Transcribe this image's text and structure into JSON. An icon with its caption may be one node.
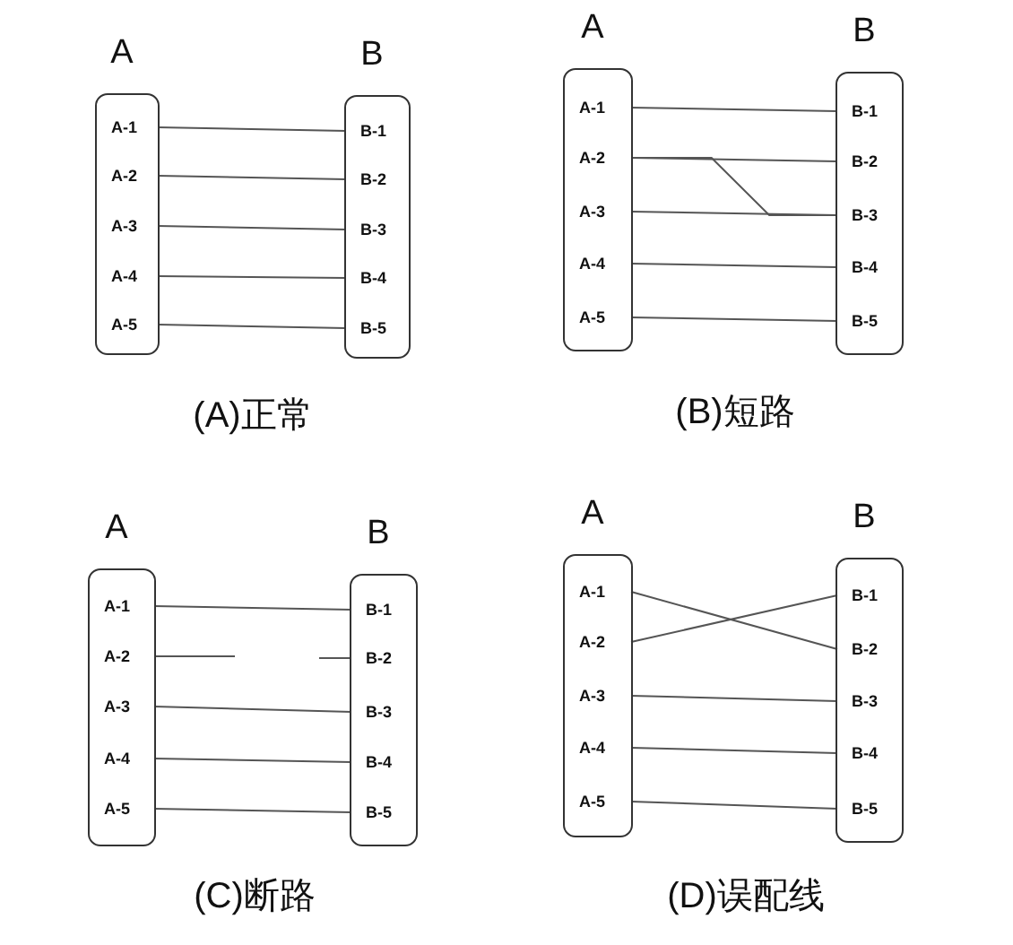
{
  "diagram": {
    "nodes": [
      {
        "text": [
          "A"
        ]
      },
      {
        "text": [
          "A-1"
        ],
        "in": 0
      },
      {
        "text": [
          "A-2"
        ],
        "in": 0
      },
      {
        "text": [
          "A-3"
        ],
        "in": 0
      },
      {
        "text": [
          "A-4"
        ],
        "in": 0
      },
      {
        "text": [
          "A-5"
        ],
        "in": 0
      },
      {
        "text": [
          "B"
        ]
      },
      {
        "text": [
          "B-1"
        ],
        "in": 6
      },
      {
        "text": [
          "B-2"
        ],
        "in": 6
      },
      {
        "text": [
          "B-3"
        ],
        "in": 6
      },
      {
        "text": [
          "B-4"
        ],
        "in": 6
      },
      {
        "text": [
          "B-5"
        ],
        "in": 6
      },
      {
        "text": [
          "A"
        ]
      },
      {
        "text": [
          "A-1"
        ],
        "in": 12
      },
      {
        "text": [
          "A-2"
        ],
        "in": 12
      },
      {
        "text": [
          "A-3"
        ],
        "in": 12
      },
      {
        "text": [
          "A-4"
        ],
        "in": 12
      },
      {
        "text": [
          "A-5"
        ],
        "in": 12
      },
      {
        "text": [
          "B"
        ]
      },
      {
        "text": [
          "B-1"
        ],
        "in": 18
      },
      {
        "text": [
          "B-2"
        ],
        "in": 18
      },
      {
        "text": [
          "B-3"
        ],
        "in": 18
      },
      {
        "text": [
          "B-4"
        ],
        "in": 18
      },
      {
        "text": [
          "B-5"
        ],
        "in": 18
      },
      {
        "text": [
          "A"
        ]
      },
      {
        "text": [
          "A-1"
        ],
        "in": 24
      },
      {
        "text": [
          "A-2"
        ],
        "in": 24
      },
      {
        "text": [
          "A-3"
        ],
        "in": 24
      },
      {
        "text": [
          "A-4"
        ],
        "in": 24
      },
      {
        "text": [
          "A-5"
        ],
        "in": 24
      },
      {
        "text": [
          "B"
        ]
      },
      {
        "text": [
          "B-1"
        ],
        "in": 30
      },
      {
        "text": [
          "B-2"
        ],
        "in": 30
      },
      {
        "text": [
          "B-3"
        ],
        "in": 30
      },
      {
        "text": [
          "B-4"
        ],
        "in": 30
      },
      {
        "text": [
          "B-5"
        ],
        "in": 30
      },
      {
        "text": [
          "A"
        ]
      },
      {
        "text": [
          "A-1"
        ],
        "in": 36
      },
      {
        "text": [
          "A-2"
        ],
        "in": 36
      },
      {
        "text": [
          "A-3"
        ],
        "in": 36
      },
      {
        "text": [
          "A-4"
        ],
        "in": 36
      },
      {
        "text": [
          "A-5"
        ],
        "in": 36
      },
      {
        "text": [
          "B"
        ]
      },
      {
        "text": [
          "B-1"
        ],
        "in": 42
      },
      {
        "text": [
          "B-2"
        ],
        "in": 42
      },
      {
        "text": [
          "B-3"
        ],
        "in": 42
      },
      {
        "text": [
          "B-4"
        ],
        "in": 42
      },
      {
        "text": [
          "B-5"
        ],
        "in": 42
      }
    ],
    "edges": [
      {
        "from": 1,
        "to": 7,
        "arrow": "none"
      },
      {
        "from": 2,
        "to": 8,
        "arrow": "none"
      },
      {
        "from": 3,
        "to": 9,
        "arrow": "none"
      },
      {
        "from": 4,
        "to": 10,
        "arrow": "none"
      },
      {
        "from": 5,
        "to": 11,
        "arrow": "none"
      },
      {
        "from": 13,
        "to": 19,
        "arrow": "none"
      },
      {
        "from": 14,
        "to": 20,
        "arrow": "none"
      },
      {
        "from": 14,
        "to": 21,
        "arrow": "none"
      },
      {
        "from": 15,
        "to": 21,
        "arrow": "none"
      },
      {
        "from": 16,
        "to": 22,
        "arrow": "none"
      },
      {
        "from": 17,
        "to": 23,
        "arrow": "none"
      },
      {
        "from": 25,
        "to": 31,
        "arrow": "none"
      },
      {
        "from": 26,
        "to": null,
        "arrow": "none"
      },
      {
        "from": null,
        "to": 32,
        "arrow": "none"
      },
      {
        "from": 27,
        "to": 33,
        "arrow": "none"
      },
      {
        "from": 28,
        "to": 34,
        "arrow": "none"
      },
      {
        "from": 29,
        "to": 35,
        "arrow": "none"
      },
      {
        "from": 37,
        "to": 44,
        "arrow": "none"
      },
      {
        "from": 38,
        "to": 43,
        "arrow": "none"
      },
      {
        "from": 39,
        "to": 45,
        "arrow": "none"
      },
      {
        "from": 40,
        "to": 46,
        "arrow": "none"
      },
      {
        "from": 41,
        "to": 47,
        "arrow": "none"
      }
    ],
    "labels": [
      "(A)正常",
      "(B)短路",
      "(C)断路",
      "(D)误配线"
    ]
  }
}
